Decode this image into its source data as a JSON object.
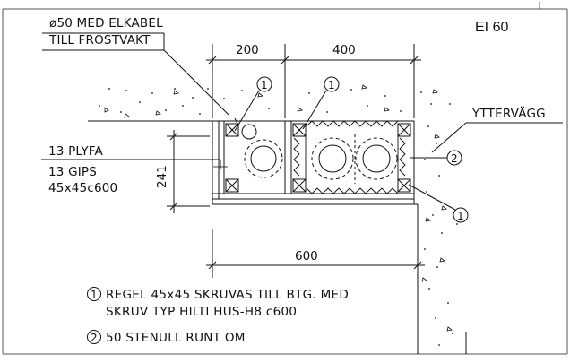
{
  "fire_rating": "EI 60",
  "labels": {
    "cable_line1": "ø50 MED ELKABEL",
    "cable_line2": "TILL FROSTVAKT",
    "outer_wall": "YTTERVÄGG",
    "layer_1": "13 PLYFA",
    "layer_2": "13 GIPS",
    "layer_3": "45x45c600"
  },
  "dimensions": {
    "d200": "200",
    "d400": "400",
    "d600": "600",
    "d241": "241"
  },
  "markers": {
    "m1": "1",
    "m2": "2"
  },
  "notes": {
    "n1_line1": "REGEL 45x45 SKRUVAS TILL BTG. MED",
    "n1_line2": "SKRUV TYP HILTI HUS-H8 c600",
    "n2": "50 STENULL RUNT OM"
  },
  "colors": {
    "line": "#111111",
    "frame": "#555555",
    "background": "#ffffff"
  }
}
